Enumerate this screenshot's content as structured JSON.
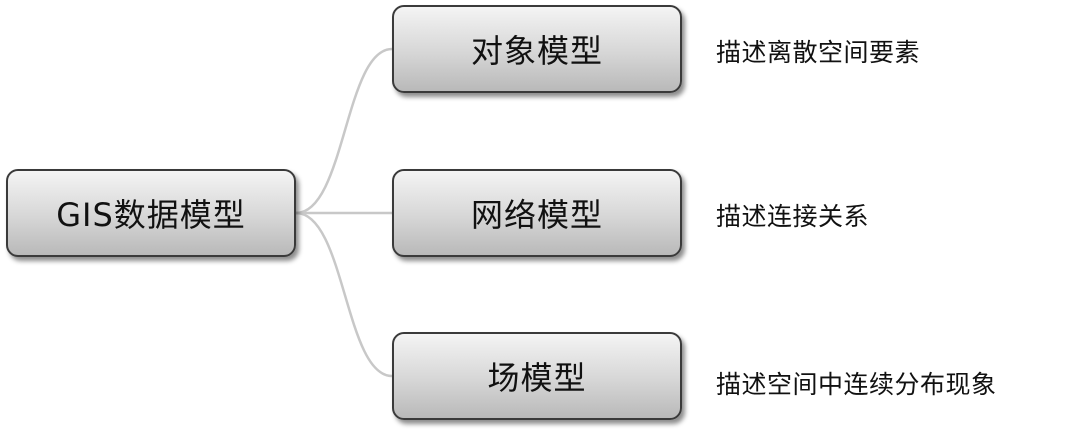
{
  "root": {
    "label": "GIS数据模型"
  },
  "children": [
    {
      "label": "对象模型",
      "description": "描述离散空间要素"
    },
    {
      "label": "网络模型",
      "description": "描述连接关系"
    },
    {
      "label": "场模型",
      "description": "描述空间中连续分布现象"
    }
  ],
  "colors": {
    "connector": "#c8c8c8",
    "node_border": "#3a3a3a",
    "node_fill_top": "#f4f4f4",
    "node_fill_bottom": "#b9b9b9"
  }
}
